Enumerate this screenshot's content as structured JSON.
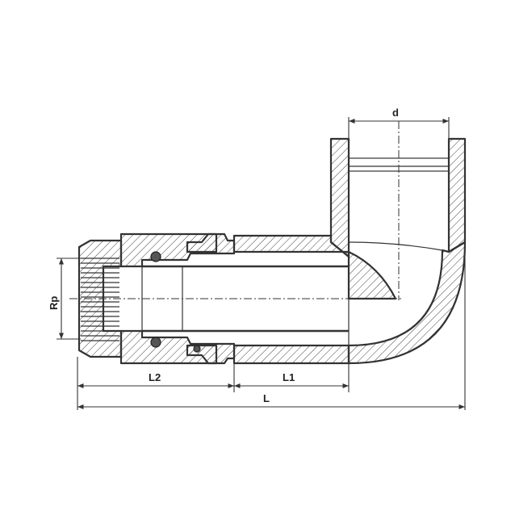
{
  "dimensions": {
    "d": "d",
    "rp": "Rp",
    "l1": "L1",
    "l2": "L2",
    "l": "L"
  }
}
